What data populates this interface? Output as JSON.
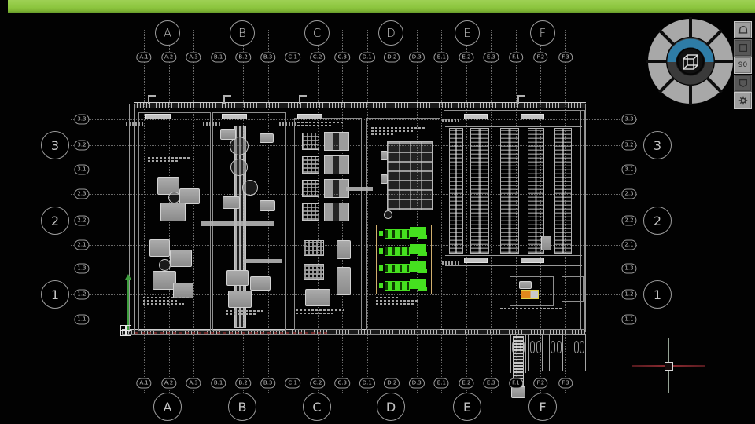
{
  "window": {
    "top_accent_color": "#8dc63f",
    "background_color": "#000000"
  },
  "drawing": {
    "type": "cad-floor-plan",
    "grid": {
      "columns": [
        {
          "label": "A",
          "subs": [
            "A.1",
            "A.2",
            "A.3"
          ]
        },
        {
          "label": "B",
          "subs": [
            "B.1",
            "B.2",
            "B.3"
          ]
        },
        {
          "label": "C",
          "subs": [
            "C.1",
            "C.2",
            "C.3"
          ]
        },
        {
          "label": "D",
          "subs": [
            "D.1",
            "D.2",
            "D.3"
          ]
        },
        {
          "label": "E",
          "subs": [
            "E.1",
            "E.2",
            "E.3"
          ]
        },
        {
          "label": "F",
          "subs": [
            "F.1",
            "F.2",
            "F.3"
          ]
        }
      ],
      "rows": [
        {
          "label": "3",
          "subs": [
            "3.3",
            "3.2",
            "3.1"
          ]
        },
        {
          "label": "2",
          "subs": [
            "2.3",
            "2.2",
            "2.1"
          ]
        },
        {
          "label": "1",
          "subs": [
            "1.3",
            "1.2",
            "1.1"
          ]
        }
      ]
    },
    "selection": {
      "highlighted_unit_count": 4,
      "highlight_color": "#45e01f",
      "selection_box_color": "#d2af6e"
    },
    "alert_unit_color": "#e0881c",
    "storage_rack_count": 5
  },
  "navigation": {
    "wheel": {
      "name": "steering-wheel",
      "segment_count": 8,
      "arc_color": "#2e7ca6",
      "center_icon": "cube"
    },
    "side_buttons": [
      {
        "icon": "home-icon",
        "label": ""
      },
      {
        "icon": "orbit-icon",
        "label": ""
      },
      {
        "icon": "rotate-90-icon",
        "label": "90"
      },
      {
        "icon": "ucs-icon",
        "label": ""
      },
      {
        "icon": "settings-gear-icon",
        "label": ""
      }
    ]
  },
  "cursor": {
    "type": "crosshair",
    "x_axis_color": "#8a2a30",
    "y_axis_color": "#94a294"
  },
  "ucs_icon": {
    "y_axis_color": "#3f9e3f",
    "x_axis_color": "#8a2a2a"
  }
}
